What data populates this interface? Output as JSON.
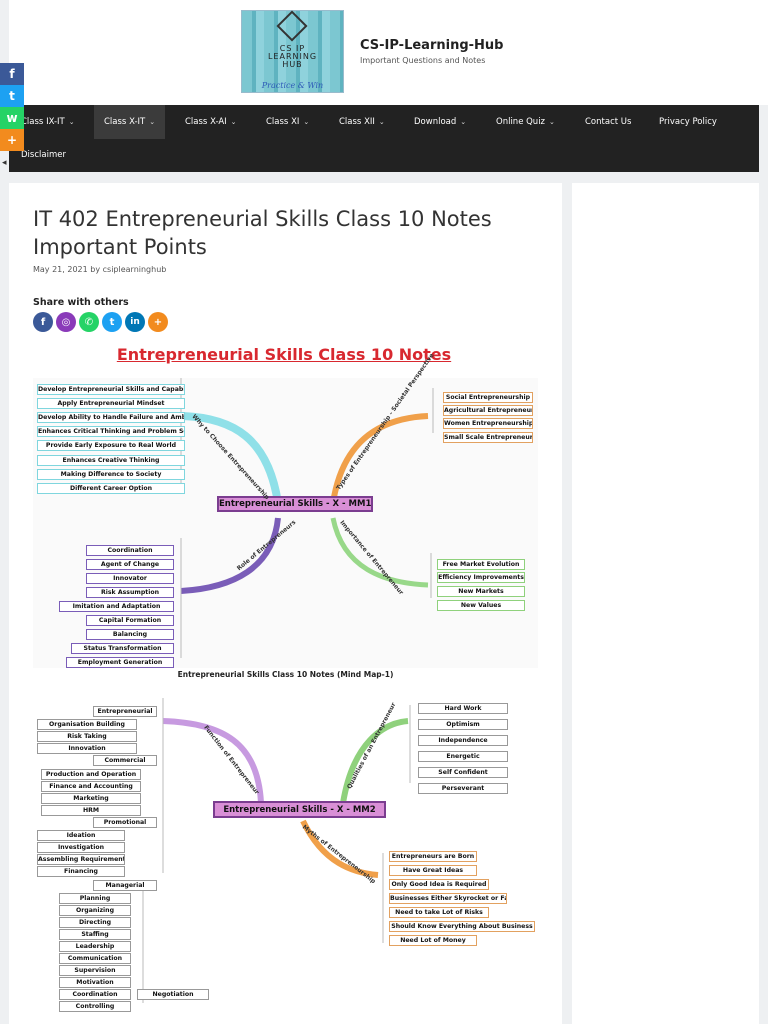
{
  "site": {
    "logo_text_1": "CS IP",
    "logo_text_2": "LEARNING",
    "logo_text_3": "HUB",
    "logo_tagline": "Practice & Win",
    "title": "CS-IP-Learning-Hub",
    "description": "Important Questions and Notes"
  },
  "nav": [
    {
      "label": "Class IX-IT",
      "chev": "⌄"
    },
    {
      "label": "Class X-IT",
      "chev": "⌄"
    },
    {
      "label": "Class X-AI",
      "chev": "⌄"
    },
    {
      "label": "Class XI",
      "chev": "⌄"
    },
    {
      "label": "Class XII",
      "chev": "⌄"
    },
    {
      "label": "Download",
      "chev": "⌄"
    },
    {
      "label": "Online Quiz",
      "chev": "⌄"
    },
    {
      "label": "Contact Us"
    },
    {
      "label": "Privacy Policy"
    },
    {
      "label": "Disclaimer"
    }
  ],
  "social": [
    "f",
    "t",
    "w",
    "+"
  ],
  "post": {
    "title": "IT 402 Entrepreneurial Skills Class 10 Notes Important Points",
    "date": "May 21, 2021",
    "by": "by",
    "author": "csiplearninghub",
    "share_label": "Share with others",
    "heading": "Entrepreneurial Skills Class 10 Notes",
    "caption": "Entrepreneurial Skills Class 10 Notes (Mind Map-1)"
  },
  "share_buttons": [
    "f",
    "◎",
    "✆",
    "t",
    "in",
    "+"
  ],
  "colors": {
    "nav_bg": "#222222",
    "heading_red": "#d8282f",
    "facebook": "#3b5998",
    "twitter": "#1da1f2",
    "whatsapp": "#25d366",
    "more": "#f28b1e",
    "instagram": "#8a3ab9",
    "linkedin": "#0077b5"
  },
  "mm1": {
    "center": "Entrepreneurial Skills - X - MM1",
    "branches": {
      "why": "Why to Choose Entrepreneurship",
      "role": "Role of Entrepreneurs",
      "types": "Types of Entrepreneurship - Societal Perspective",
      "importance": "Importance of Entrepreneur"
    },
    "why": [
      "Develop Entrepreneurial Skills and Capabilities",
      "Apply Entrepreneurial Mindset",
      "Develop Ability to Handle Failure and Ambiguity",
      "Enhances Critical Thinking and Problem Solving",
      "Provide Early Exposure to Real World",
      "Enhances Creative Thinking",
      "Making Difference to Society",
      "Different Career Option"
    ],
    "role": [
      "Coordination",
      "Agent of Change",
      "Innovator",
      "Risk Assumption",
      "Imitation and Adaptation",
      "Capital Formation",
      "Balancing",
      "Status Transformation",
      "Employment Generation"
    ],
    "types": [
      "Social Entrepreneurship",
      "Agricultural Entrepreneurship",
      "Women Entrepreneurship",
      "Small Scale Entrepreneurship"
    ],
    "importance": [
      "Free Market Evolution",
      "Efficiency Improvements",
      "New Markets",
      "New Values"
    ]
  },
  "mm2": {
    "center": "Entrepreneurial Skills - X - MM2",
    "branches": {
      "function": "Function of Entrepreneur",
      "qualities": "Qualities of an Entrepreneur",
      "myths": "Myths of Entrepreneurship"
    },
    "groups": [
      "Entrepreneurial",
      "Commercial",
      "Promotional",
      "Managerial"
    ],
    "entrepreneurial": [
      "Organisation Building",
      "Risk Taking",
      "Innovation"
    ],
    "commercial": [
      "Production and Operation",
      "Finance and Accounting",
      "Marketing",
      "HRM"
    ],
    "promotional": [
      "Ideation",
      "Investigation",
      "Assembling Requirement",
      "Financing"
    ],
    "managerial": [
      "Planning",
      "Organizing",
      "Directing",
      "Staffing",
      "Leadership",
      "Communication",
      "Supervision",
      "Motivation",
      "Coordination",
      "Controlling",
      "Negotiation"
    ],
    "qualities": [
      "Hard Work",
      "Optimism",
      "Independence",
      "Energetic",
      "Self Confident",
      "Perseverant"
    ],
    "myths": [
      "Entrepreneurs are Born",
      "Have Great Ideas",
      "Only Good Idea is Required",
      "Businesses Either Skyrocket  or Fail",
      "Need to take Lot of Risks",
      "Should Know Everything About Business",
      "Need Lot of Money"
    ]
  }
}
